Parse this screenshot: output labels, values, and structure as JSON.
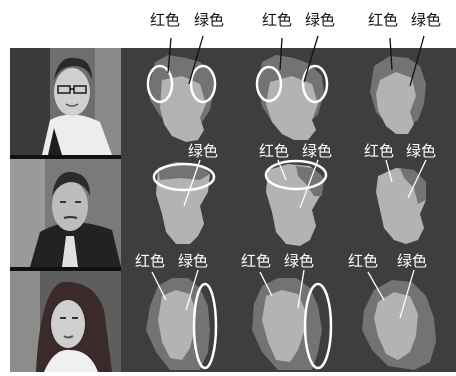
{
  "labels": {
    "red": "红色",
    "green": "绿色"
  },
  "colors": {
    "background_panel": "#3e3e3e",
    "face_light": "#b3b3b3",
    "hair_dark": "#737373",
    "ellipse": "#ffffff",
    "text_dark": "#111111",
    "text_light": "#ffffff"
  },
  "rows": [
    {
      "photo": "man-with-glasses-photo",
      "cells": [
        {
          "labels": [
            "red",
            "green"
          ],
          "ellipses": 2
        },
        {
          "labels": [
            "red",
            "green"
          ],
          "ellipses": 2
        },
        {
          "labels": [
            "red",
            "green"
          ],
          "ellipses": 0
        }
      ]
    },
    {
      "photo": "man-in-suit-photo",
      "cells": [
        {
          "labels": [
            "green"
          ],
          "ellipses": 1
        },
        {
          "labels": [
            "red",
            "green"
          ],
          "ellipses": 1
        },
        {
          "labels": [
            "red",
            "green"
          ],
          "ellipses": 0
        }
      ]
    },
    {
      "photo": "woman-photo",
      "cells": [
        {
          "labels": [
            "red",
            "green"
          ],
          "ellipses": 1
        },
        {
          "labels": [
            "red",
            "green"
          ],
          "ellipses": 1
        },
        {
          "labels": [
            "red",
            "green"
          ],
          "ellipses": 0
        }
      ]
    }
  ]
}
